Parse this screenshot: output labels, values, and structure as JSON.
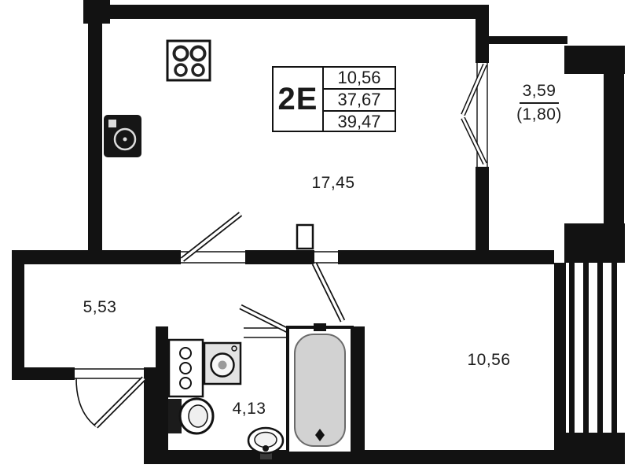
{
  "plan": {
    "title_block": {
      "unit_type": "2E",
      "rows": [
        "10,56",
        "37,67",
        "39,47"
      ]
    },
    "rooms": {
      "living_kitchen": {
        "label": "17,45"
      },
      "hallway": {
        "label": "5,53"
      },
      "bathroom": {
        "label": "4,13"
      },
      "bedroom": {
        "label": "10,56"
      },
      "balcony": {
        "label": "3,59",
        "label_secondary": "(1,80)"
      }
    },
    "icons": {
      "stove-icon": "4-burner cooktop",
      "kitchen-sink-icon": "kitchen sink unit",
      "bathroom-cabinet-icon": "storage cabinet with shelves",
      "washing-machine-icon": "washing machine",
      "toilet-icon": "toilet with cistern",
      "wash-basin-icon": "pedestal wash basin",
      "bathtub-icon": "bathtub with drain",
      "entry-door-icon": "entrance door swing",
      "living-room-door-icon": "interior door swing",
      "bedroom-door-icon": "interior door swing",
      "bathroom-door-icon": "interior door swing",
      "balcony-door-icon": "double-leaf balcony door",
      "loggia-window-glazing": "window glazing stripes"
    },
    "colors": {
      "wall": "#121212",
      "background": "#ffffff",
      "label_text": "#1b1b1b",
      "fixture_gray": "#d2d2d2"
    }
  }
}
